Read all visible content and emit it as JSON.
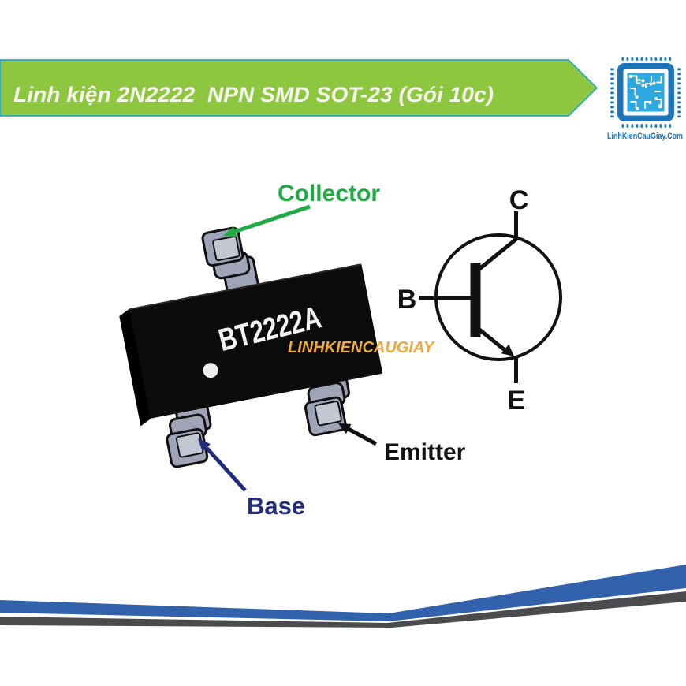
{
  "banner": {
    "title": "Linh kiện 2N2222  NPN SMD SOT-23 (Gói 10c)",
    "bg_color": "#8DC63F",
    "border_color": "#2FA7C0",
    "text_color": "#F7F6EC"
  },
  "logo": {
    "site_label": "LinhKienCauGiay.Com",
    "frame_color": "#1C75BB",
    "board_color": "#2BA9E0"
  },
  "watermark": {
    "text": "LINHKIENCAUGIAY",
    "color": "#EFA93B"
  },
  "package": {
    "marking": "BT2222A",
    "body_color": "#0C0C0C",
    "lead_color": "#9FA5B6",
    "lead_face_color": "#C2C7D2"
  },
  "pins": {
    "collector": {
      "label": "Collector",
      "color": "#1FAA44"
    },
    "base": {
      "label": "Base",
      "color": "#202C7C"
    },
    "emitter": {
      "label": "Emitter",
      "color": "#111111"
    }
  },
  "schematic": {
    "b_label": "B",
    "c_label": "C",
    "e_label": "E",
    "line_color": "#111111"
  },
  "swoosh": {
    "blue_color": "#3162AB",
    "dark_color": "#4A4B4D"
  }
}
